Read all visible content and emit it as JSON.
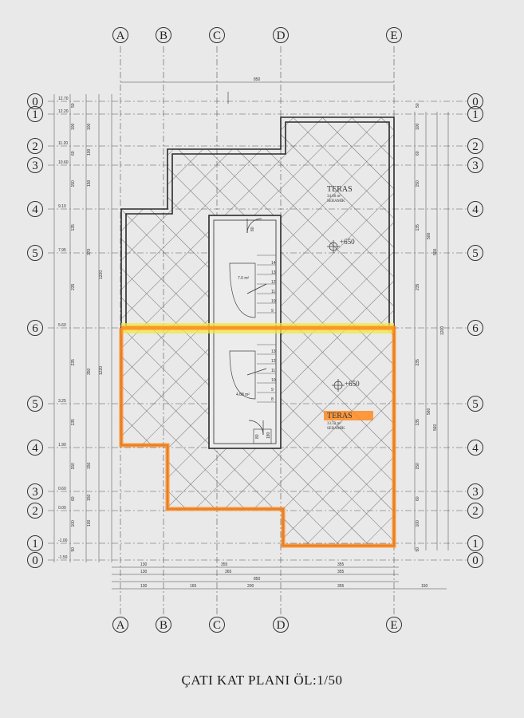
{
  "title": "ÇATI  KAT PLANI ÖL:1/50",
  "axes_vertical": [
    "A",
    "B",
    "C",
    "D",
    "E"
  ],
  "axes_horizontal_left": [
    "0",
    "1",
    "2",
    "3",
    "4",
    "5",
    "6",
    "5",
    "4",
    "3",
    "2",
    "1",
    "0"
  ],
  "axes_horizontal_right": [
    "0",
    "1",
    "2",
    "3",
    "4",
    "5",
    "6",
    "5",
    "4",
    "3",
    "2",
    "1",
    "0"
  ],
  "elevations_left": [
    "12.70",
    "12.20",
    "11.20",
    "10.60",
    "9.10",
    "7.95",
    "5.60",
    "3.25",
    "1.90",
    "0.60",
    "0.00",
    "-1.00",
    "-1.50"
  ],
  "left_dims_1": [
    "50",
    "100",
    "60",
    "150",
    "135",
    "235",
    "235",
    "135",
    "150",
    "60",
    "100",
    "50"
  ],
  "left_dims_2": [
    "100",
    "100",
    "150",
    "370",
    "350",
    "150",
    "150",
    "100"
  ],
  "left_dims_3": [
    "1220",
    "1220"
  ],
  "right_dims_1": [
    "50",
    "100",
    "60",
    "150",
    "135",
    "235",
    "235",
    "135",
    "150",
    "60",
    "100",
    "50"
  ],
  "right_dims_2": [
    "500",
    "500",
    "560",
    "560"
  ],
  "right_dims_3": [
    "1200",
    "1200"
  ],
  "top_dim": "850",
  "bottom_dims_1": [
    "130",
    "355",
    "355"
  ],
  "bottom_dims_2": [
    "130",
    "365",
    "355"
  ],
  "bottom_dims_3": [
    "130",
    "165",
    "200",
    "355",
    "150"
  ],
  "bottom_total": "850",
  "terrace_top": {
    "name": "TERAS",
    "area": "34.00 m²",
    "floor": "SERAMİK"
  },
  "terrace_bottom": {
    "name": "TERAS",
    "area": "33.52 m²",
    "floor": "SERAMİK"
  },
  "level_marks": [
    "+650",
    "+650"
  ],
  "stair_top_numbers": [
    "14",
    "13",
    "12",
    "11",
    "10",
    "9"
  ],
  "stair_bottom_numbers": [
    "13",
    "12",
    "11",
    "10",
    "9",
    "8"
  ],
  "stair_area": "4.68 m²",
  "stair_area_top": "7.0 m²",
  "door_labels": [
    "80",
    "180"
  ],
  "colors": {
    "highlight_orange": "#ff8a1e",
    "highlight_yellow": "#f0ea3c",
    "line": "#2a2a2a"
  }
}
